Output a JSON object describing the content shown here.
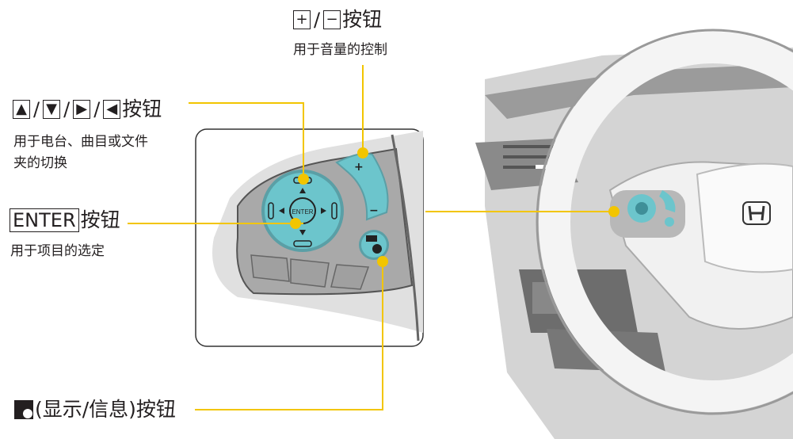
{
  "colors": {
    "accent_line": "#f2c500",
    "button_teal": "#6cc5cc",
    "panel_gray": "#a9a9a9"
  },
  "labels": {
    "volume": {
      "plus_key": "+",
      "minus_key": "−",
      "separator": "/",
      "suffix": "按钮",
      "description": "用于音量的控制"
    },
    "arrows": {
      "up_key": "▲",
      "down_key": "▼",
      "right_key": "▶",
      "left_key": "◀",
      "separator": "/",
      "suffix": "按钮",
      "description_line1": "用于电台、曲目或文件",
      "description_line2": "夹的切换"
    },
    "enter": {
      "key": "ENTER",
      "suffix": "按钮",
      "description": "用于项目的选定"
    },
    "info": {
      "text": "(显示/信息)按钮"
    }
  },
  "button_text": {
    "enter": "ENTER",
    "plus": "+",
    "minus": "−"
  }
}
